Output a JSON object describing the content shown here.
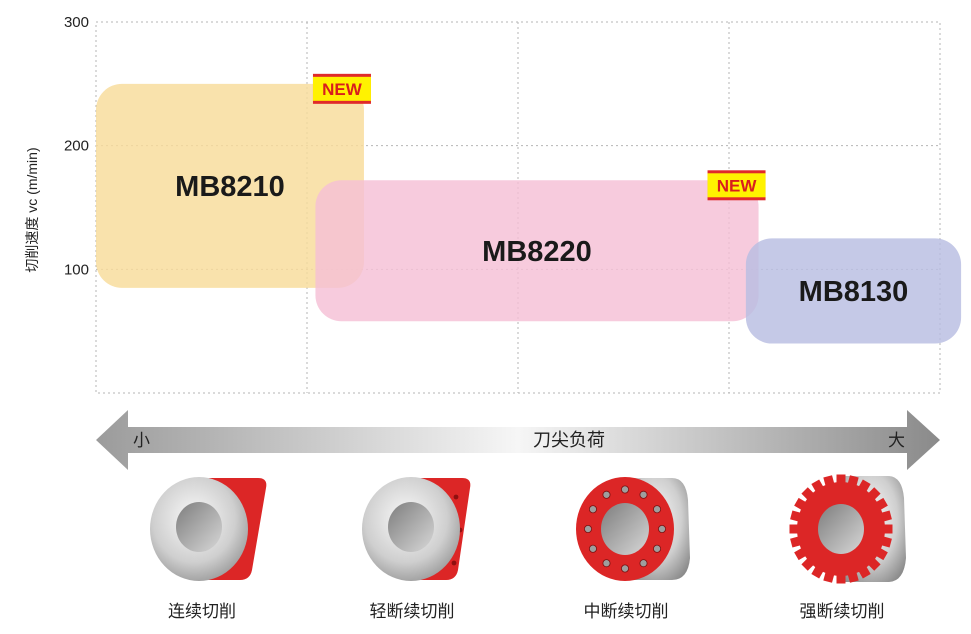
{
  "chart_data": {
    "type": "range-bar",
    "ylabel": "切削速度 vc (m/min)",
    "yticks": [
      100,
      200,
      300
    ],
    "ylim": [
      0,
      300
    ],
    "xlabel": "刀尖负荷",
    "xlim": [
      0,
      4
    ],
    "x_axis_min_label": "小",
    "x_axis_max_label": "大",
    "grid": true,
    "series": [
      {
        "name": "MB8210",
        "x_range": [
          0.0,
          1.27
        ],
        "y_range": [
          85,
          250
        ],
        "color": "#f8dc9a",
        "new_badge": "NEW"
      },
      {
        "name": "MB8220",
        "x_range": [
          1.04,
          3.14
        ],
        "y_range": [
          58,
          172
        ],
        "color": "#f5bfd6",
        "new_badge": "NEW"
      },
      {
        "name": "MB8130",
        "x_range": [
          3.08,
          4.1
        ],
        "y_range": [
          40,
          125
        ],
        "color": "#b8bde2",
        "new_badge": ""
      }
    ],
    "categories": [
      "连续切削",
      "轻断续切削",
      "中断续切削",
      "强断续切削"
    ]
  },
  "icons": [
    "ring-continuous-icon",
    "ring-light-interrupted-icon",
    "ring-medium-interrupted-icon",
    "gear-heavy-interrupted-icon"
  ],
  "colors": {
    "accent_red": "#e02a2a",
    "badge_yellow": "#fff200",
    "grid": "#b5b5b5"
  }
}
